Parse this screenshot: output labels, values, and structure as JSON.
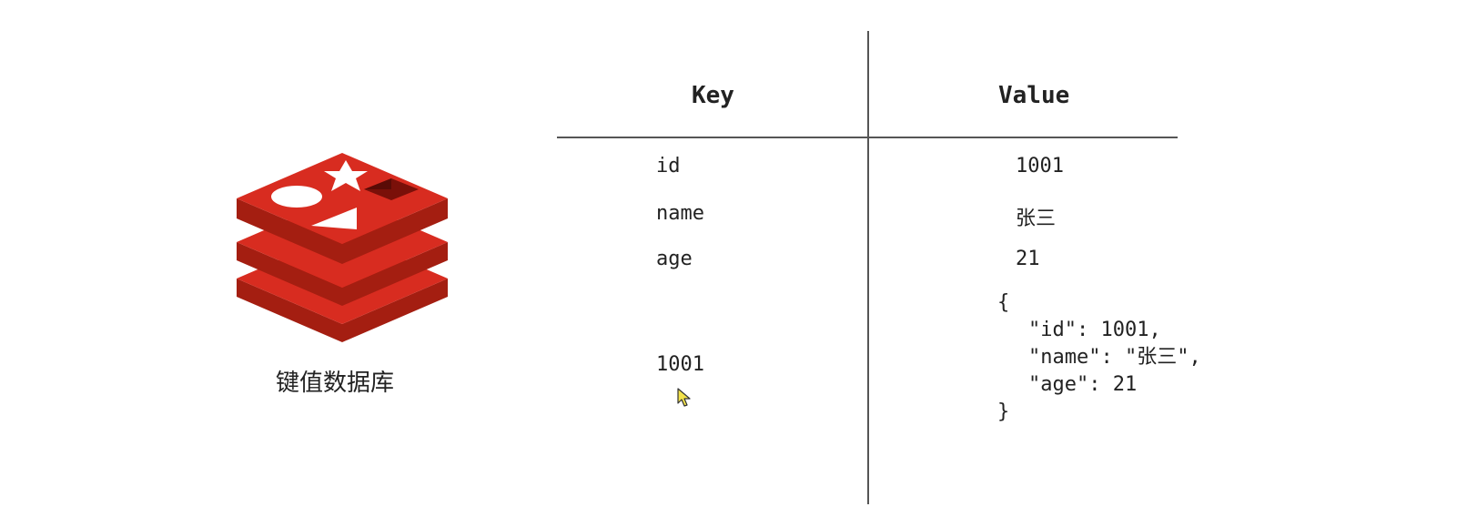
{
  "logo": {
    "icon": "redis-logo-icon",
    "caption": "键值数据库",
    "colors": {
      "primary": "#d82c20",
      "dark": "#a41e11",
      "light": "#ffffff"
    }
  },
  "table": {
    "key_header": "Key",
    "value_header": "Value",
    "rows": [
      {
        "key": "id",
        "value": "1001"
      },
      {
        "key": "name",
        "value": "张三"
      },
      {
        "key": "age",
        "value": "21"
      }
    ],
    "json_row": {
      "key": "1001",
      "open": "{",
      "lines": [
        "\"id\": 1001,",
        "\"name\": \"张三\",",
        "\"age\": 21"
      ],
      "close": "}"
    }
  }
}
